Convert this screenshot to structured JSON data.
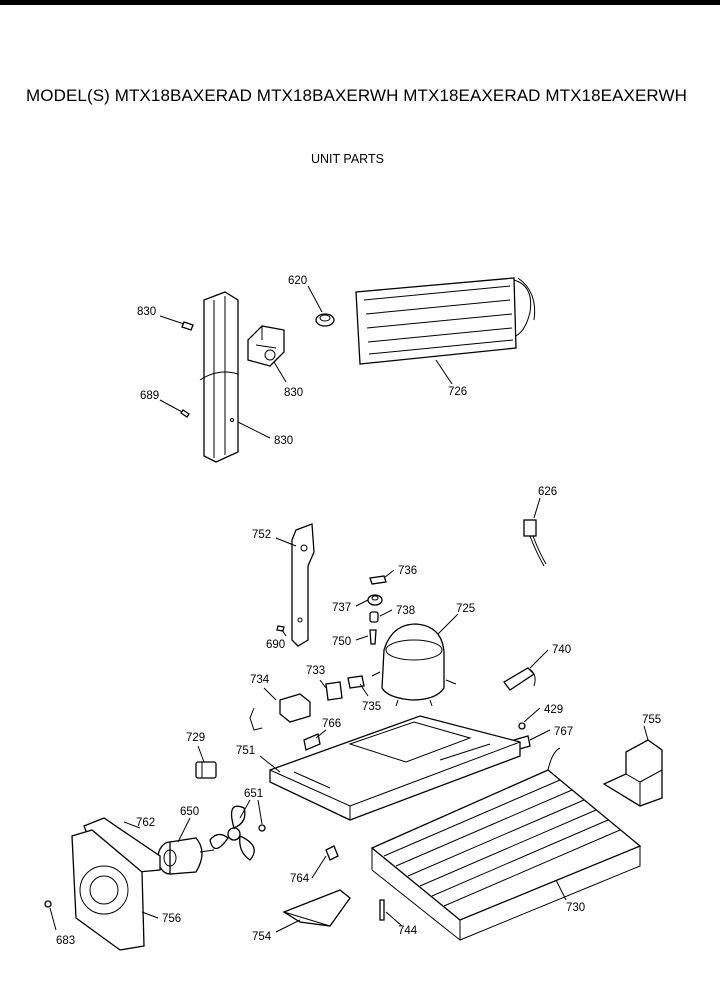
{
  "header": {
    "title": "MODEL(S) MTX18BAXERAD  MTX18BAXERWH  MTX18EAXERAD  MTX18EAXERWH",
    "subtitle": "UNIT PARTS"
  },
  "callouts": {
    "p620": "620",
    "p830a": "830",
    "p830b": "830",
    "p830c": "830",
    "p689": "689",
    "p726": "726",
    "p626": "626",
    "p752": "752",
    "p736": "736",
    "p737": "737",
    "p738": "738",
    "p725": "725",
    "p690": "690",
    "p750": "750",
    "p740": "740",
    "p734": "734",
    "p733": "733",
    "p735": "735",
    "p766": "766",
    "p429": "429",
    "p767": "767",
    "p755": "755",
    "p729": "729",
    "p751": "751",
    "p651": "651",
    "p762": "762",
    "p650": "650",
    "p764": "764",
    "p730": "730",
    "p756": "756",
    "p683": "683",
    "p754": "754",
    "p744": "744"
  }
}
